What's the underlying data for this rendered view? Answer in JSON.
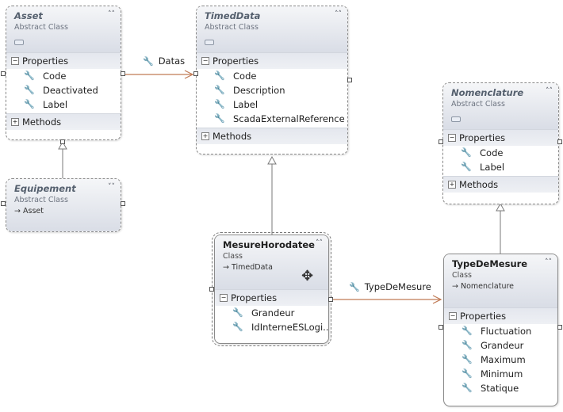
{
  "icons": {
    "collapse": "double-chevron-up-icon",
    "expand": "double-chevron-down-icon",
    "property": "wrench-icon",
    "inherit": "arrow-right-icon",
    "move": "move-cursor-icon"
  },
  "colors": {
    "association": "#c07a55",
    "inheritance": "#7a7a7a"
  },
  "classes": {
    "asset": {
      "title": "Asset",
      "stereotype": "Abstract Class",
      "properties_label": "Properties",
      "properties": [
        "Code",
        "Deactivated",
        "Label"
      ],
      "methods_label": "Methods"
    },
    "timeddata": {
      "title": "TimedData",
      "stereotype": "Abstract Class",
      "properties_label": "Properties",
      "properties": [
        "Code",
        "Description",
        "Label",
        "ScadaExternalReference"
      ],
      "methods_label": "Methods"
    },
    "nomenclature": {
      "title": "Nomenclature",
      "stereotype": "Abstract Class",
      "properties_label": "Properties",
      "properties": [
        "Code",
        "Label"
      ],
      "methods_label": "Methods"
    },
    "equipement": {
      "title": "Equipement",
      "stereotype": "Abstract Class",
      "base": "Asset"
    },
    "mesurehorodatee": {
      "title": "MesureHorodatee",
      "stereotype": "Class",
      "base": "TimedData",
      "properties_label": "Properties",
      "properties": [
        "Grandeur",
        "IdInterneESLogi..."
      ]
    },
    "typedemesure": {
      "title": "TypeDeMesure",
      "stereotype": "Class",
      "base": "Nomenclature",
      "properties_label": "Properties",
      "properties": [
        "Fluctuation",
        "Grandeur",
        "Maximum",
        "Minimum",
        "Statique"
      ]
    }
  },
  "associations": {
    "datas": "Datas",
    "typedemesure": "TypeDeMesure"
  }
}
